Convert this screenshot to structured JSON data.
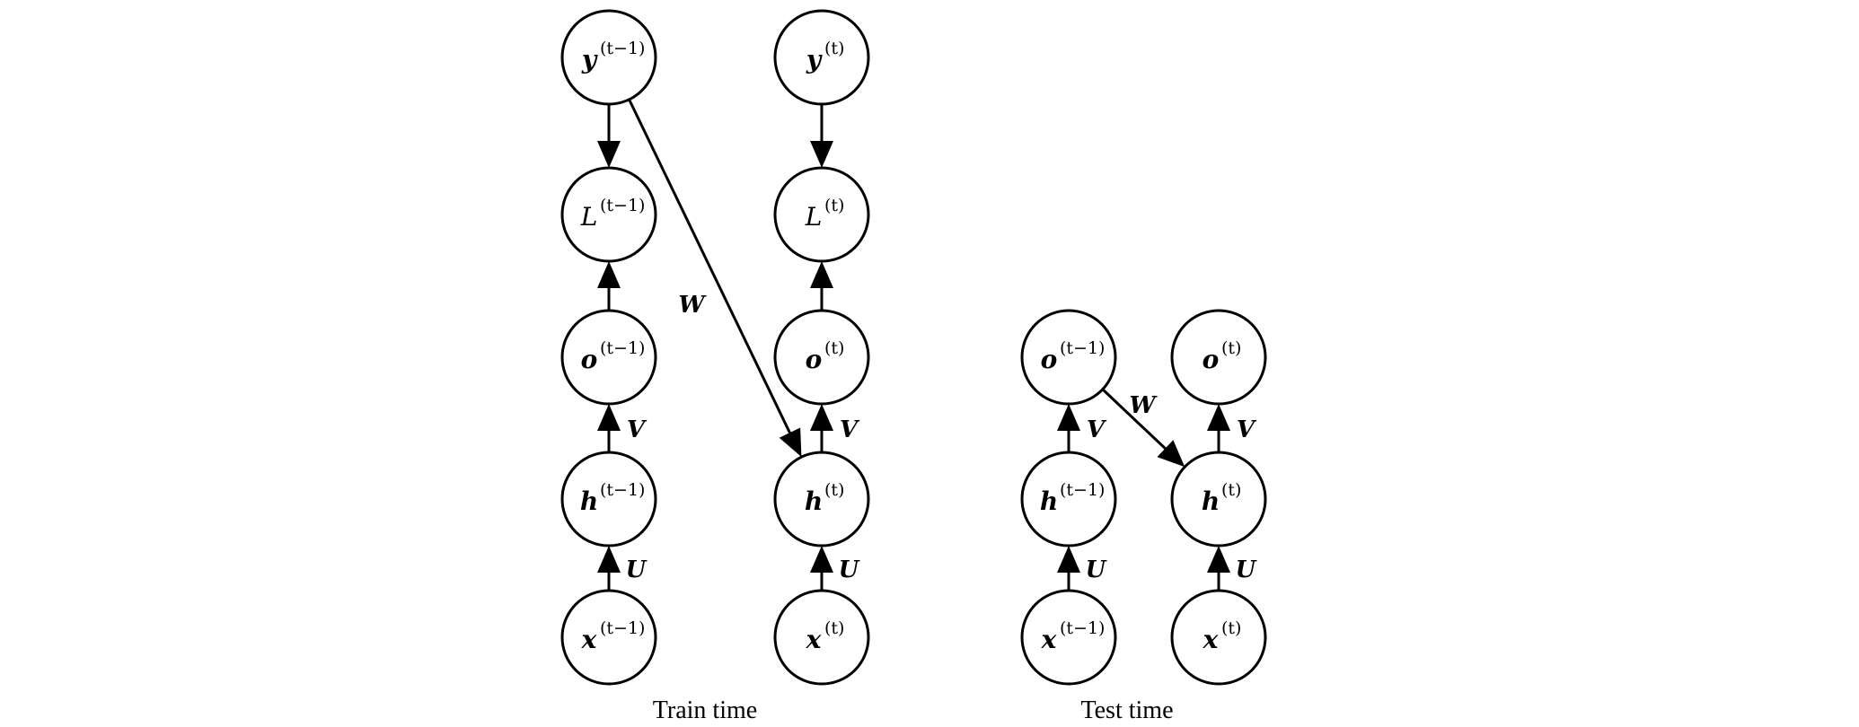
{
  "captions": {
    "train": "Train time",
    "test": "Test time"
  },
  "nodes": [
    {
      "id": "y_prev_train",
      "symbol": "y",
      "superscript": "(t−1)",
      "bold": true
    },
    {
      "id": "L_prev_train",
      "symbol": "L",
      "superscript": "(t−1)",
      "bold": false
    },
    {
      "id": "o_prev_train",
      "symbol": "o",
      "superscript": "(t−1)",
      "bold": true
    },
    {
      "id": "h_prev_train",
      "symbol": "h",
      "superscript": "(t−1)",
      "bold": true
    },
    {
      "id": "x_prev_train",
      "symbol": "x",
      "superscript": "(t−1)",
      "bold": true
    },
    {
      "id": "y_cur_train",
      "symbol": "y",
      "superscript": "(t)",
      "bold": true
    },
    {
      "id": "L_cur_train",
      "symbol": "L",
      "superscript": "(t)",
      "bold": false
    },
    {
      "id": "o_cur_train",
      "symbol": "o",
      "superscript": "(t)",
      "bold": true
    },
    {
      "id": "h_cur_train",
      "symbol": "h",
      "superscript": "(t)",
      "bold": true
    },
    {
      "id": "x_cur_train",
      "symbol": "x",
      "superscript": "(t)",
      "bold": true
    },
    {
      "id": "o_prev_test",
      "symbol": "o",
      "superscript": "(t−1)",
      "bold": true
    },
    {
      "id": "h_prev_test",
      "symbol": "h",
      "superscript": "(t−1)",
      "bold": true
    },
    {
      "id": "x_prev_test",
      "symbol": "x",
      "superscript": "(t−1)",
      "bold": true
    },
    {
      "id": "o_cur_test",
      "symbol": "o",
      "superscript": "(t)",
      "bold": true
    },
    {
      "id": "h_cur_test",
      "symbol": "h",
      "superscript": "(t)",
      "bold": true
    },
    {
      "id": "x_cur_test",
      "symbol": "x",
      "superscript": "(t)",
      "bold": true
    }
  ],
  "edges": [
    {
      "id": "e1",
      "from": "y_prev_train",
      "to": "L_prev_train",
      "label": ""
    },
    {
      "id": "e2",
      "from": "o_prev_train",
      "to": "L_prev_train",
      "label": ""
    },
    {
      "id": "e3",
      "from": "h_prev_train",
      "to": "o_prev_train",
      "label": "V"
    },
    {
      "id": "e4",
      "from": "x_prev_train",
      "to": "h_prev_train",
      "label": "U"
    },
    {
      "id": "e5",
      "from": "y_cur_train",
      "to": "L_cur_train",
      "label": ""
    },
    {
      "id": "e6",
      "from": "o_cur_train",
      "to": "L_cur_train",
      "label": ""
    },
    {
      "id": "e7",
      "from": "h_cur_train",
      "to": "o_cur_train",
      "label": "V"
    },
    {
      "id": "e8",
      "from": "x_cur_train",
      "to": "h_cur_train",
      "label": "U"
    },
    {
      "id": "e9",
      "from": "y_prev_train",
      "to": "h_cur_train",
      "label": "W"
    },
    {
      "id": "e10",
      "from": "h_prev_test",
      "to": "o_prev_test",
      "label": "V"
    },
    {
      "id": "e11",
      "from": "x_prev_test",
      "to": "h_prev_test",
      "label": "U"
    },
    {
      "id": "e12",
      "from": "h_cur_test",
      "to": "o_cur_test",
      "label": "V"
    },
    {
      "id": "e13",
      "from": "x_cur_test",
      "to": "h_cur_test",
      "label": "U"
    },
    {
      "id": "e14",
      "from": "o_prev_test",
      "to": "h_cur_test",
      "label": "W"
    }
  ]
}
